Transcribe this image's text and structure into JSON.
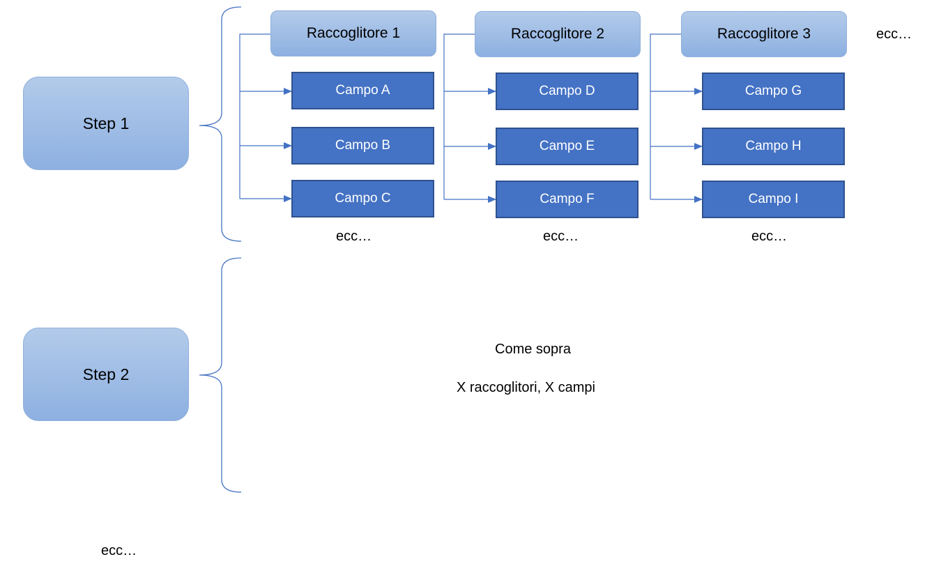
{
  "steps": [
    {
      "label": "Step  1",
      "collectors": [
        {
          "label": "Raccoglitore  1",
          "fields": [
            "Campo A",
            "Campo B",
            "Campo C"
          ],
          "more": "ecc…"
        },
        {
          "label": "Raccoglitore  2",
          "fields": [
            "Campo D",
            "Campo E",
            "Campo F"
          ],
          "more": "ecc…"
        },
        {
          "label": "Raccoglitore  3",
          "fields": [
            "Campo G",
            "Campo H",
            "Campo I"
          ],
          "more": "ecc…"
        }
      ],
      "collectors_more": "ecc…"
    },
    {
      "label": "Step  2",
      "note_line1": "Come sopra",
      "note_line2": "X raccoglitori, X campi"
    }
  ],
  "steps_more": "ecc…",
  "colors": {
    "field_fill": "#4472c4",
    "field_border": "#2f528f",
    "connector": "#4472c4",
    "collector_gradient_top": "#b3cbea",
    "collector_gradient_bottom": "#8db0e1"
  }
}
